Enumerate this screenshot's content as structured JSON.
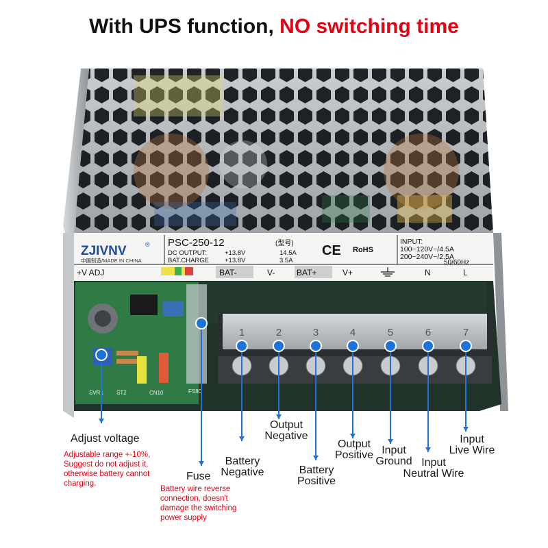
{
  "title": {
    "part1": "With UPS function, ",
    "part2": "NO switching time"
  },
  "colors": {
    "accent": "#e60012",
    "pointer": "#1e73d8",
    "case": "#bfc3c6",
    "pcb": "#2f7a45",
    "terminal": "#3a3d40"
  },
  "label_plate": {
    "brand": "ZJIVNV",
    "brand_mark": "®",
    "origin": "中国制造/MADE IN CHINA",
    "model": "PSC-250-12",
    "model_tag": "(型号)",
    "dc_output_label": "DC OUTPUT:",
    "dc_output_value": "+13.8V",
    "dc_output_current": "14.5A",
    "bat_charge_label": "BAT.CHARGE",
    "bat_charge_value": "+13.8V",
    "bat_charge_current": "3.5A",
    "ce": "CE",
    "rohs": "RoHS",
    "input_title": "INPUT:",
    "input_line1": "100~120V~/4.5A",
    "input_line2": "200~240V~/2.5A",
    "input_freq": "50/60Hz",
    "strip": [
      "+V ADJ",
      "BAT-",
      "V-",
      "BAT+",
      "V+",
      "N",
      "L"
    ]
  },
  "board": {
    "svr": "SVR1",
    "st": "ST2",
    "cn": "CN10",
    "fs": "FS80"
  },
  "terminals": [
    "1",
    "2",
    "3",
    "4",
    "5",
    "6",
    "7"
  ],
  "labels": {
    "adjust_voltage": "Adjust voltage",
    "adjust_note": [
      "Adjustable range +-10%,",
      "Suggest do not adjust it,",
      "otherwise battery cannot",
      "charging."
    ],
    "fuse": "Fuse",
    "fuse_note": [
      "Battery wire reverse",
      "connection, doesn't",
      "damage the switching",
      "power supply"
    ],
    "battery_negative": [
      "Battery",
      "Negative"
    ],
    "output_negative": [
      "Output",
      "Negative"
    ],
    "battery_positive": [
      "Battery",
      "Positive"
    ],
    "output_positive": [
      "Output",
      "Positive"
    ],
    "input_ground": [
      "Input",
      "Ground"
    ],
    "input_neutral": [
      "Input",
      "Neutral Wire"
    ],
    "input_live": [
      "Input",
      "Live Wire"
    ]
  }
}
